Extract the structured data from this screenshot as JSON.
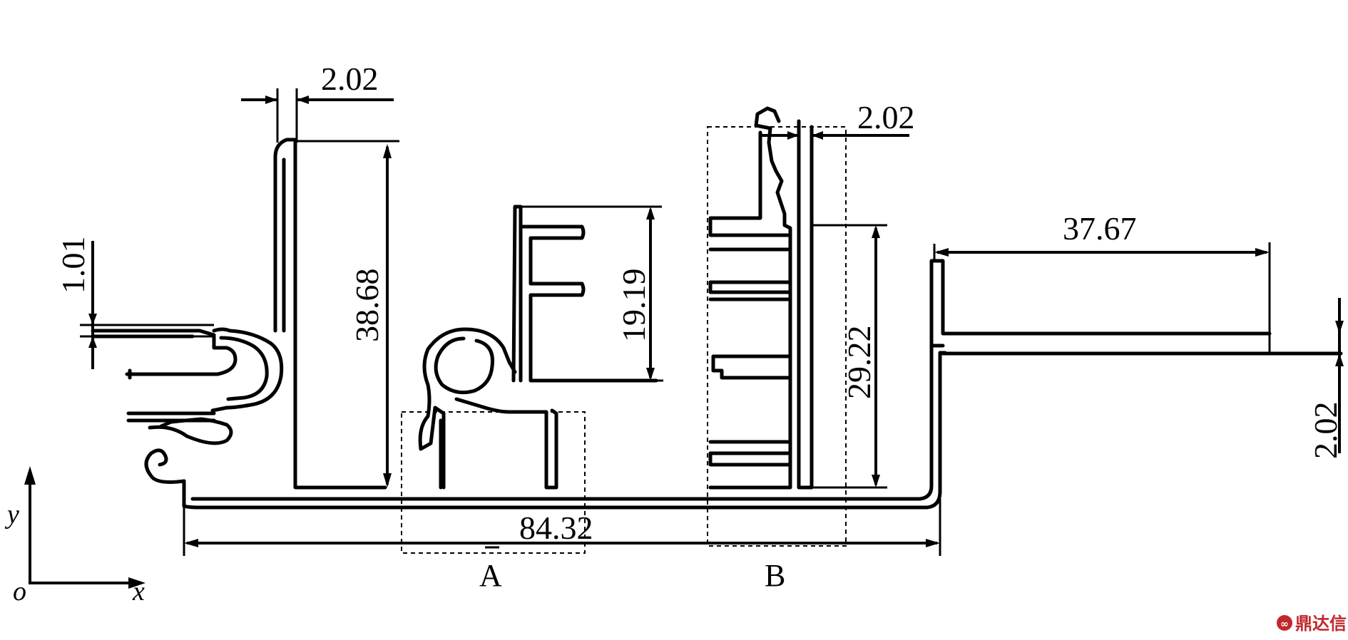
{
  "dimensions": {
    "top_wall_thickness": "2.02",
    "left_lip_thickness": "1.01",
    "tall_wall_height": "38.68",
    "middle_block_height": "19.19",
    "right_wall_thickness": "2.02",
    "right_block_height": "29.22",
    "flange_length": "37.67",
    "flange_thickness": "2.02",
    "overall_length": "84.32"
  },
  "regions": {
    "a": "A",
    "b": "B"
  },
  "axes": {
    "x": "x",
    "y": "y",
    "origin": "o"
  },
  "watermark": {
    "text": "鼎达信",
    "icon": "logo-icon",
    "color": "#c0282d"
  }
}
